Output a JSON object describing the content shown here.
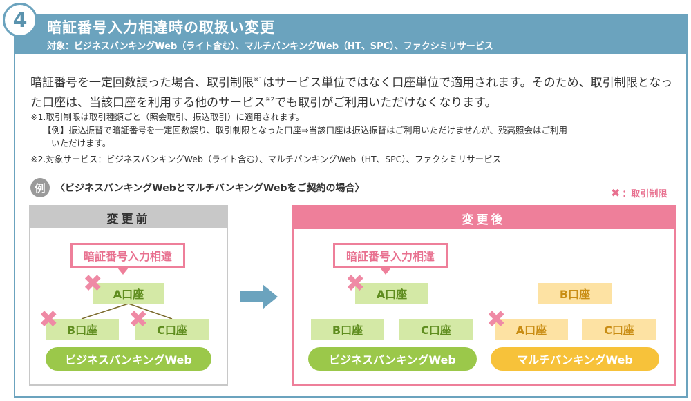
{
  "header": {
    "number": "4",
    "title": "暗証番号入力相違時の取扱い変更",
    "subtitle": "対象：ビジネスバンキングWeb（ライト含む）、マルチバンキングWeb（HT、SPC）、ファクシミリサービス"
  },
  "lead": {
    "part1": "暗証番号を一定回数誤った場合、取引制限",
    "sup1": "※1",
    "part2": "はサービス単位ではなく口座単位で適用されます。そのため、取引制限となった口座は、当該口座を利用する他のサービス",
    "sup2": "※2",
    "part3": "でも取引がご利用いただけなくなります。"
  },
  "notes": {
    "n1": "※1.取引制限は取引種類ごと（照会取引、振込取引）に適用されます。",
    "n1_example_a": "【例】振込振替で暗証番号を一定回数誤り、取引制限となった口座⇒当該口座は振込振替はご利用いただけませんが、残高照会はご利用",
    "n1_example_b": "いただけます。",
    "n2": "※2.対象サービス：ビジネスバンキングWeb（ライト含む）、マルチバンキングWeb（HT、SPC）、ファクシミリサービス"
  },
  "example": {
    "badge": "例",
    "title": "〈ビジネスバンキングWebとマルチバンキングWebをご契約の場合〉",
    "legend_mark": "✖",
    "legend_label": "：取引制限"
  },
  "before": {
    "label": "変更前",
    "password_box": "暗証番号入力相違",
    "top_account": "A口座",
    "left_account": "B口座",
    "right_account": "C口座",
    "service": "ビジネスバンキングWeb"
  },
  "after": {
    "label": "変更後",
    "password_box": "暗証番号入力相違",
    "left_group": {
      "top_account": "A口座",
      "left_account": "B口座",
      "right_account": "C口座",
      "service": "ビジネスバンキングWeb"
    },
    "right_group": {
      "top_account": "B口座",
      "left_account": "A口座",
      "right_account": "C口座",
      "service": "マルチバンキングWeb"
    }
  },
  "restriction_mark": "✖",
  "colors": {
    "header_blue": "#6ba3be",
    "pink": "#ee7f9a",
    "green": "#9bc84a",
    "yellow": "#f7c23a"
  }
}
